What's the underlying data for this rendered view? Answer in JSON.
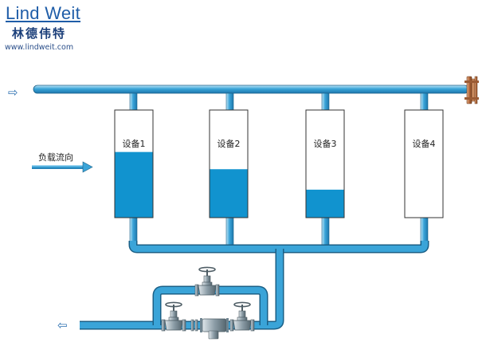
{
  "brand": {
    "name": "Lind Weit",
    "name_cn": "林德伟特",
    "website": "www.lindweit.com"
  },
  "diagram": {
    "flow_label": "负载流向",
    "devices": [
      {
        "label": "设备1",
        "fill_level": 0.61
      },
      {
        "label": "设备2",
        "fill_level": 0.45
      },
      {
        "label": "设备3",
        "fill_level": 0.26
      },
      {
        "label": "设备4",
        "fill_level": 0.0
      }
    ],
    "inlet_symbol": "⇨",
    "outlet_symbol": "⇦",
    "colors": {
      "pipe": "#3aa4d8",
      "pipe_edge": "#1a5f86",
      "liquid": "#1193cf",
      "valve": "#6f8490"
    }
  }
}
